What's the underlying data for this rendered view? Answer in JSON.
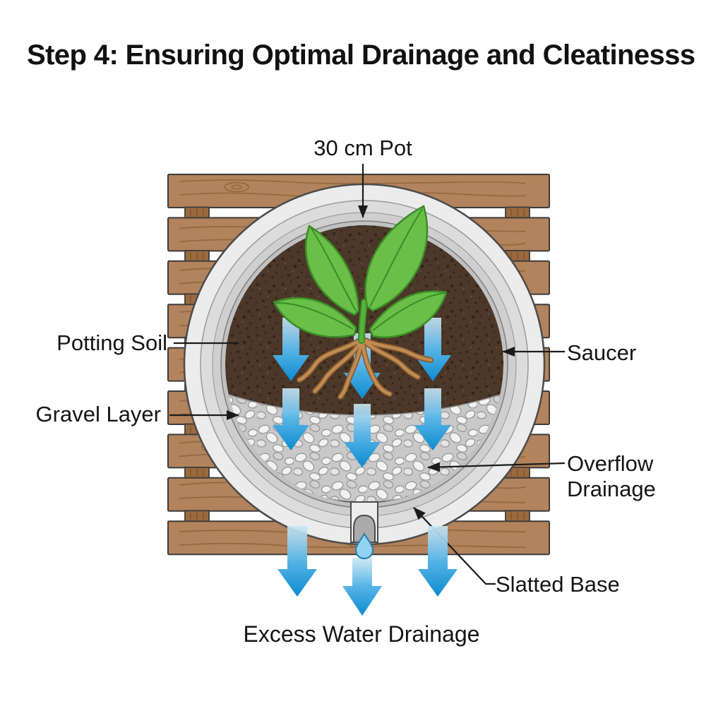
{
  "title": "Step 4: Ensuring Optimal Drainage and Cleatinesss",
  "labels": {
    "pot_size": "30 cm Pot",
    "potting_soil": "Potting Soil",
    "gravel_layer": "Gravel Layer",
    "saucer": "Saucer",
    "overflow_drainage_line1": "Overflow",
    "overflow_drainage_line2": "Drainage",
    "slatted_base": "Slatted Base",
    "excess_water_drainage": "Excess Water Drainage"
  },
  "colors": {
    "background": "#ffffff",
    "title_text": "#111111",
    "label_text": "#151515",
    "wood_plank": "#b2835c",
    "wood_grain": "#8a6138",
    "wood_block": "#9a6a3e",
    "wood_block_grain": "#7a4f28",
    "outline": "#3c3c3c",
    "saucer_ring": "#ececec",
    "pot_ring_mid": "#dcdcdc",
    "pot_ring_inner": "#cfcfcf",
    "pot_rim": "#c1c1c1",
    "pot_base": "#c6c6c6",
    "pot_stroke": "#4c4c4c",
    "soil": "#4b3829",
    "gravel": "#c9c9c9",
    "pebble": "#f2f2f2",
    "leaf": "#69bf48",
    "leaf_outline": "#3c8c27",
    "stem": "#58b23e",
    "root": "#bf8c54",
    "root_outline": "#8a5c2f",
    "arrow_blue_light": "#c9e6f4",
    "arrow_blue": "#56b3e5",
    "arrow_blue_deep": "#0d8bd0",
    "droplet": "#92d3f3",
    "droplet_outline": "#2e7fad",
    "leader": "#1b1b1b"
  }
}
